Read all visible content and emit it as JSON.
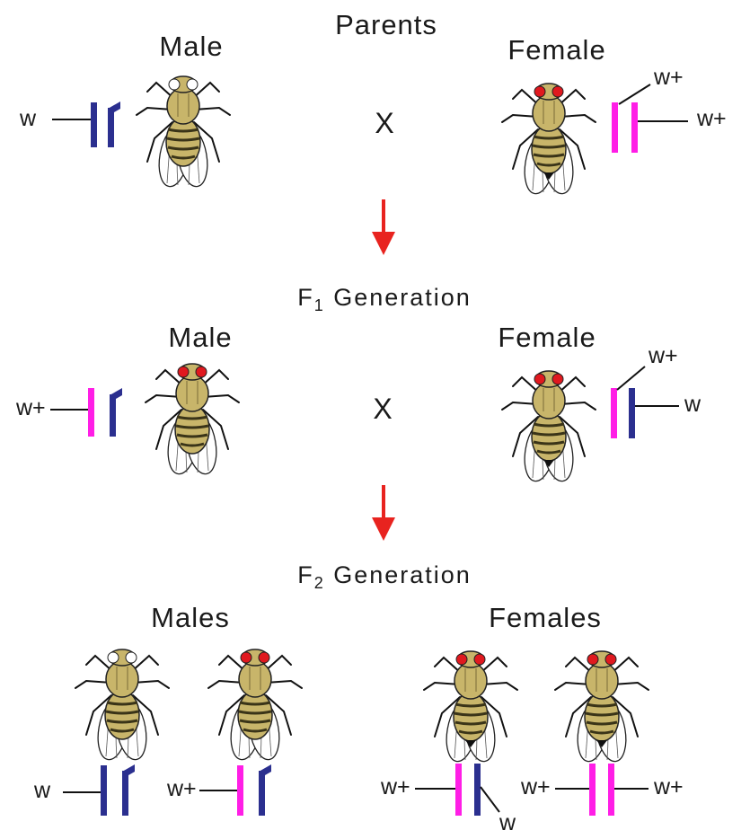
{
  "colors": {
    "mutant_chromosome": "#2b2f8f",
    "wildtype_chromosome": "#ff1ee6",
    "arrow": "#e8231f",
    "fly_body": "#c8b56a",
    "fly_stripes": "#3a3418",
    "red_eye": "#e0191f",
    "white_eye": "#ffffff"
  },
  "parents": {
    "title": "Parents",
    "cross": "X",
    "male": {
      "label": "Male",
      "eye": "white",
      "alleles": [
        "w"
      ]
    },
    "female": {
      "label": "Female",
      "eye": "red",
      "alleles": [
        "w+",
        "w+"
      ]
    }
  },
  "f1": {
    "title_base": "F",
    "title_sub": "1",
    "title_rest": " Generation",
    "cross": "X",
    "male": {
      "label": "Male",
      "eye": "red",
      "alleles": [
        "w+"
      ]
    },
    "female": {
      "label": "Female",
      "eye": "red",
      "alleles": [
        "w+",
        "w"
      ]
    }
  },
  "f2": {
    "title_base": "F",
    "title_sub": "2",
    "title_rest": " Generation",
    "males_label": "Males",
    "females_label": "Females",
    "males": [
      {
        "eye": "white",
        "alleles": [
          "w"
        ]
      },
      {
        "eye": "red",
        "alleles": [
          "w+"
        ]
      }
    ],
    "females": [
      {
        "eye": "red",
        "alleles": [
          "w+",
          "w"
        ]
      },
      {
        "eye": "red",
        "alleles": [
          "w+",
          "w+"
        ]
      }
    ]
  },
  "icons": [
    "fruit-fly-icon",
    "x-chromosome-icon",
    "y-chromosome-icon",
    "down-arrow-icon"
  ]
}
